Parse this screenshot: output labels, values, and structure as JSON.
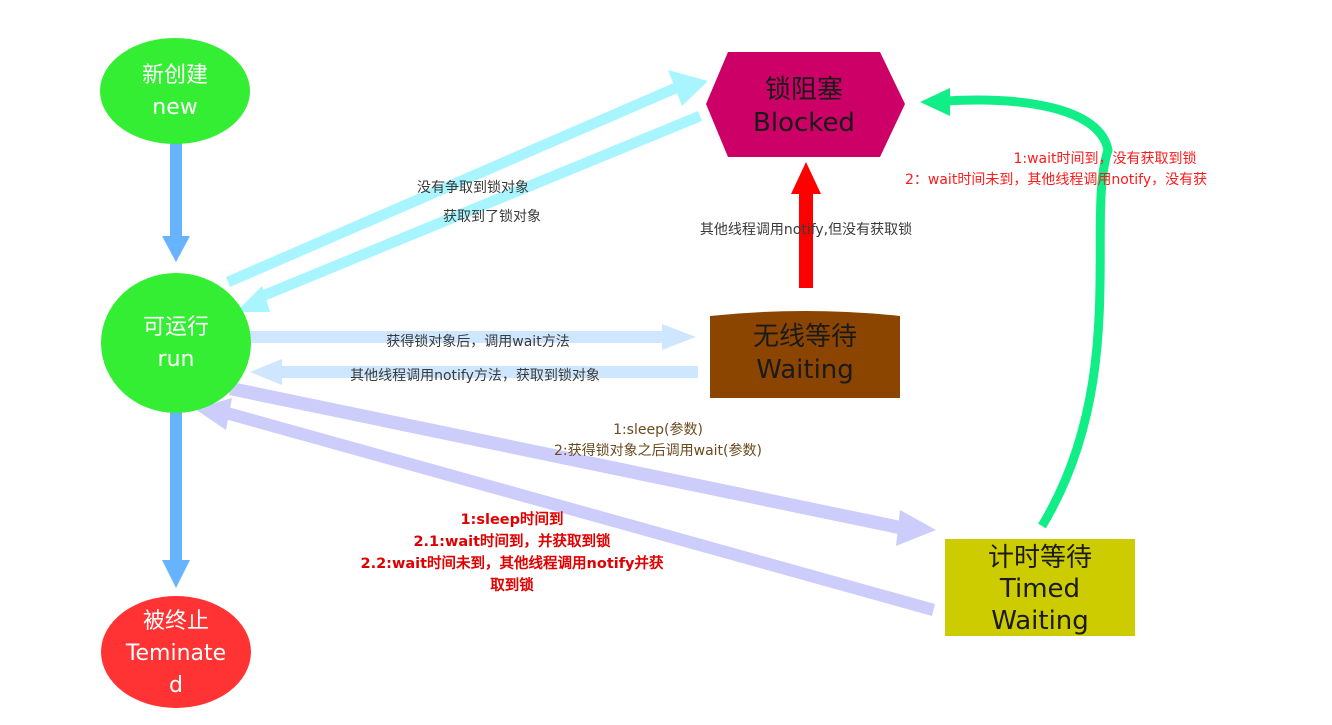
{
  "colors": {
    "state_green": "#33ee33",
    "terminated_red": "#ff3333",
    "blocked_magenta": "#cc0066",
    "waiting_brown": "#8b4500",
    "timed_yellow": "#cccc00",
    "arrow_blue": "#66b3ff",
    "arrow_cyan": "#a8f5ff",
    "arrow_pale_blue": "#cfe6ff",
    "arrow_lavender": "#cccdfb",
    "arrow_red": "#ff0000",
    "arrow_spring_green": "#11ee88"
  },
  "states": {
    "new": {
      "zh": "新创建",
      "en": "new"
    },
    "run": {
      "zh": "可运行",
      "en": "run"
    },
    "terminated": {
      "zh": "被终止",
      "en_1": "Teminate",
      "en_2": "d"
    },
    "blocked": {
      "zh": "锁阻塞",
      "en": "Blocked"
    },
    "waiting": {
      "zh": "无线等待",
      "en": "Waiting"
    },
    "timed_waiting": {
      "zh": "计时等待",
      "en_1": "Timed",
      "en_2": "Waiting"
    }
  },
  "transitions": {
    "run_to_blocked": "没有争取到锁对象",
    "blocked_to_run": "获取到了锁对象",
    "run_to_waiting": "获得锁对象后，调用wait方法",
    "waiting_to_run": "其他线程调用notify方法，获取到锁对象",
    "waiting_to_blocked": "其他线程调用notify,但没有获取锁",
    "timed_to_blocked": {
      "line_1": "1:wait时间到，没有获取到锁",
      "line_2": "2：wait时间未到，其他线程调用notify，没有获"
    },
    "run_to_timed": {
      "line_1": "1:sleep(参数)",
      "line_2": "2:获得锁对象之后调用wait(参数)"
    },
    "timed_to_run": {
      "line_1": "1:sleep时间到",
      "line_2": "2.1:wait时间到，并获取到锁",
      "line_3": "2.2:wait时间未到，其他线程调用notify并获",
      "line_4": "取到锁"
    }
  }
}
